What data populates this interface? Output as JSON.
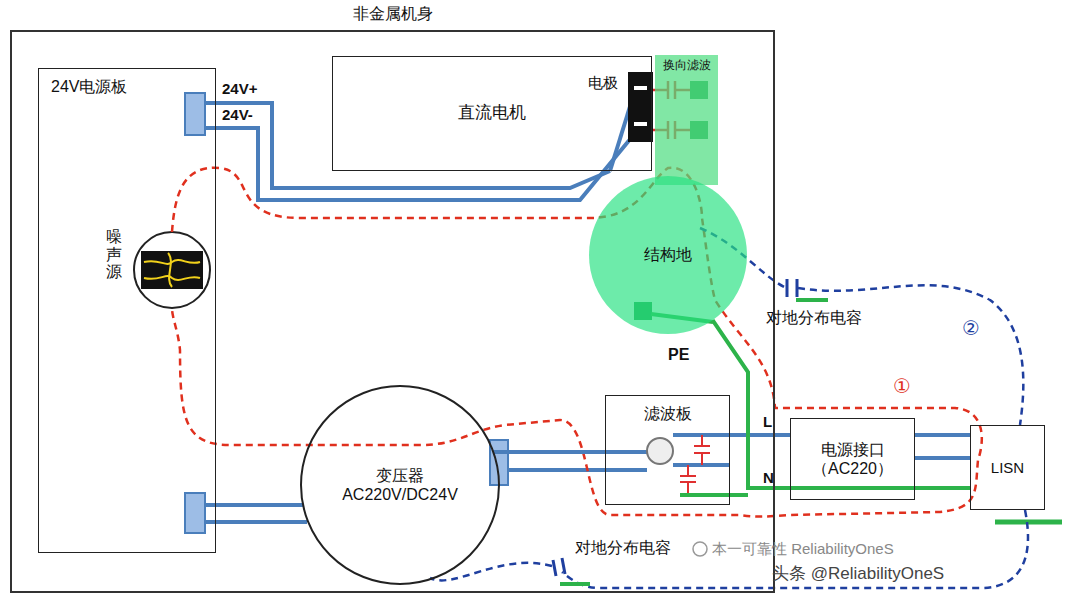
{
  "diagram": {
    "nodes": [
      {
        "text": [
          "非金属机身"
        ]
      },
      {
        "text": [
          "24V电源板"
        ],
        "in": 0
      },
      {
        "text": [
          "直流电机"
        ],
        "in": 0
      },
      {
        "text": [
          "换向滤波"
        ],
        "in": 0
      },
      {
        "text": [
          "结构地"
        ],
        "in": 0
      },
      {
        "text": [
          "变压器 AC220V/DC24V"
        ],
        "in": 0
      },
      {
        "text": [
          "滤波板"
        ],
        "in": 0
      },
      {
        "text": [
          "电源接口 （AC220）"
        ]
      },
      {
        "text": [
          "LISN"
        ]
      }
    ],
    "edges": [
      {
        "from": 1,
        "to": 2,
        "arrow": "none"
      },
      {
        "from": 5,
        "to": 1,
        "arrow": "none"
      },
      {
        "from": 6,
        "to": 5,
        "arrow": "none"
      },
      {
        "from": 7,
        "to": 6,
        "arrow": "none"
      },
      {
        "from": 8,
        "to": 7,
        "arrow": "none"
      },
      {
        "from": 4,
        "to": 7,
        "arrow": "none"
      }
    ],
    "labels": [
      "24V+",
      "24V-",
      "电极",
      "噪声源",
      "PE",
      "L",
      "N",
      "对地分布电容",
      "对地分布电容",
      "①",
      "②",
      "本一可靠性 ReliabilityOneS",
      "头条 @ReliabilityOneS"
    ]
  }
}
